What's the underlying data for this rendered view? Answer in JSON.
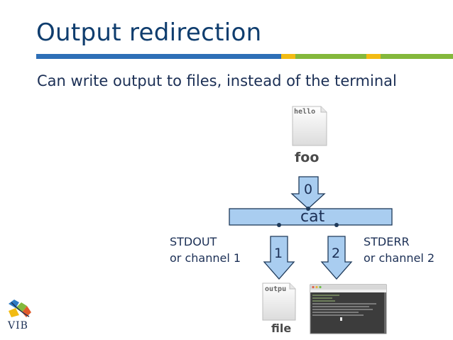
{
  "slide": {
    "title": "Output redirection",
    "subtitle": "Can write output to files, instead of the terminal",
    "accent_colors": [
      "#f2bb13",
      "#84b83c",
      "#2e6fb7"
    ]
  },
  "diagram": {
    "input_file": {
      "content": "hello",
      "name": "foo"
    },
    "process": {
      "label": "cat"
    },
    "channels": {
      "stdin": "0",
      "stdout": "1",
      "stderr": "2"
    },
    "stdout_label": {
      "line1": "STDOUT",
      "line2": "or channel 1"
    },
    "stderr_label": {
      "line1": "STDERR",
      "line2": "or channel 2"
    },
    "output_file": {
      "content": "outpu",
      "name": "file"
    }
  },
  "logo": {
    "text": "VIB"
  }
}
